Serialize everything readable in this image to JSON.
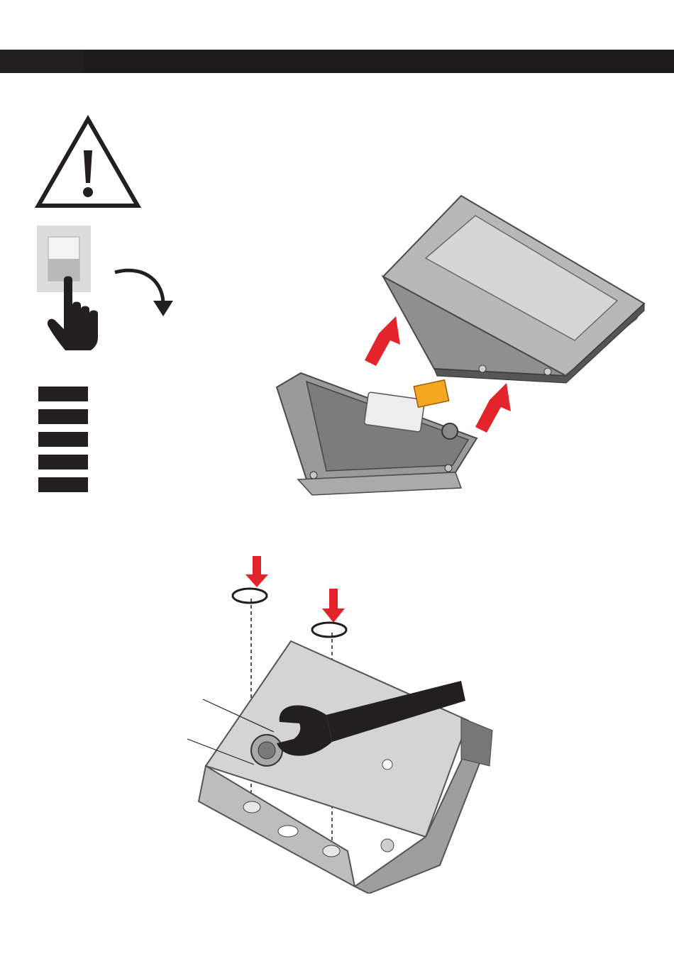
{
  "page": {
    "domain": "installation-instruction",
    "background": "#ffffff"
  },
  "header": {
    "bar_color": "#231f20",
    "text": ""
  },
  "icons": {
    "warning": "warning-triangle-icon",
    "power_switch": "light-switch-off-icon",
    "hand": "pointing-hand-icon",
    "turn_arrow": "curved-arrow-icon",
    "fuse_box": "breaker-panel-icon"
  },
  "colors": {
    "accent_arrow": "#e3242b",
    "terminal_block": "#f5a623",
    "housing": "#9a9a9a",
    "ink": "#231f20"
  },
  "steps": [
    {
      "id": "step-1",
      "illustration": "remove-cover"
    },
    {
      "id": "step-2",
      "illustration": "mount-bracket-wrench"
    }
  ]
}
